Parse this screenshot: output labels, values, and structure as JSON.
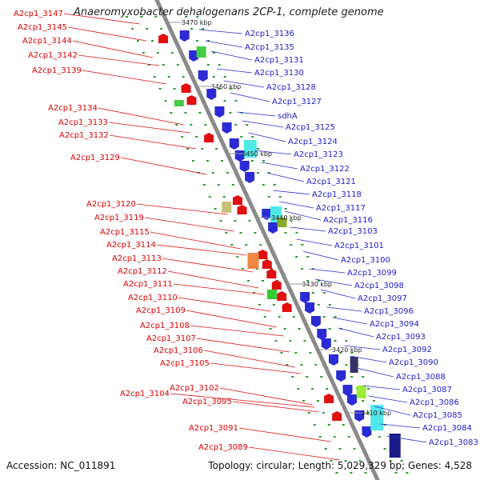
{
  "header": {
    "title": "Anaeromyxobacter dehalogenans 2CP-1, complete genome"
  },
  "footer": {
    "accession": "Accession: NC_011891",
    "summary": "Topology: circular; Length: 5,029,329 bp; Genes: 4,528"
  },
  "colors": {
    "forward_gene": "#2b2bd6",
    "reverse_gene": "#e01010",
    "backbone": "#8a8a8a",
    "dots": "#2e9a2e"
  },
  "ticks": [
    "3470 kbp",
    "3460 kbp",
    "3450 kbp",
    "3440 kbp",
    "3430 kbp",
    "3420 kbp",
    "3410 kbp"
  ],
  "labels_left": [
    "A2cp1_3147",
    "A2cp1_3145",
    "A2cp1_3144",
    "A2cp1_3142",
    "A2cp1_3139",
    "A2cp1_3134",
    "A2cp1_3133",
    "A2cp1_3132",
    "A2cp1_3129",
    "A2cp1_3120",
    "A2cp1_3119",
    "A2cp1_3115",
    "A2cp1_3114",
    "A2cp1_3113",
    "A2cp1_3112",
    "A2cp1_3111",
    "A2cp1_3110",
    "A2cp1_3109",
    "A2cp1_3108",
    "A2cp1_3107",
    "A2cp1_3106",
    "A2cp1_3105",
    "A2cp1_3104",
    "A2cp1_3102",
    "A2cp1_3095",
    "A2cp1_3091",
    "A2cp1_3089"
  ],
  "labels_right": [
    "A2cp1_3136",
    "A2cp1_3135",
    "A2cp1_3131",
    "A2cp1_3130",
    "A2cp1_3128",
    "A2cp1_3127",
    "sdhA",
    "A2cp1_3125",
    "A2cp1_3124",
    "A2cp1_3123",
    "A2cp1_3122",
    "A2cp1_3121",
    "A2cp1_3118",
    "A2cp1_3117",
    "A2cp1_3116",
    "A2cp1_3103",
    "A2cp1_3101",
    "A2cp1_3100",
    "A2cp1_3099",
    "A2cp1_3098",
    "A2cp1_3097",
    "A2cp1_3096",
    "A2cp1_3094",
    "A2cp1_3093",
    "A2cp1_3092",
    "A2cp1_3090",
    "A2cp1_3088",
    "A2cp1_3087",
    "A2cp1_3086",
    "A2cp1_3085",
    "A2cp1_3084",
    "A2cp1_3083"
  ]
}
